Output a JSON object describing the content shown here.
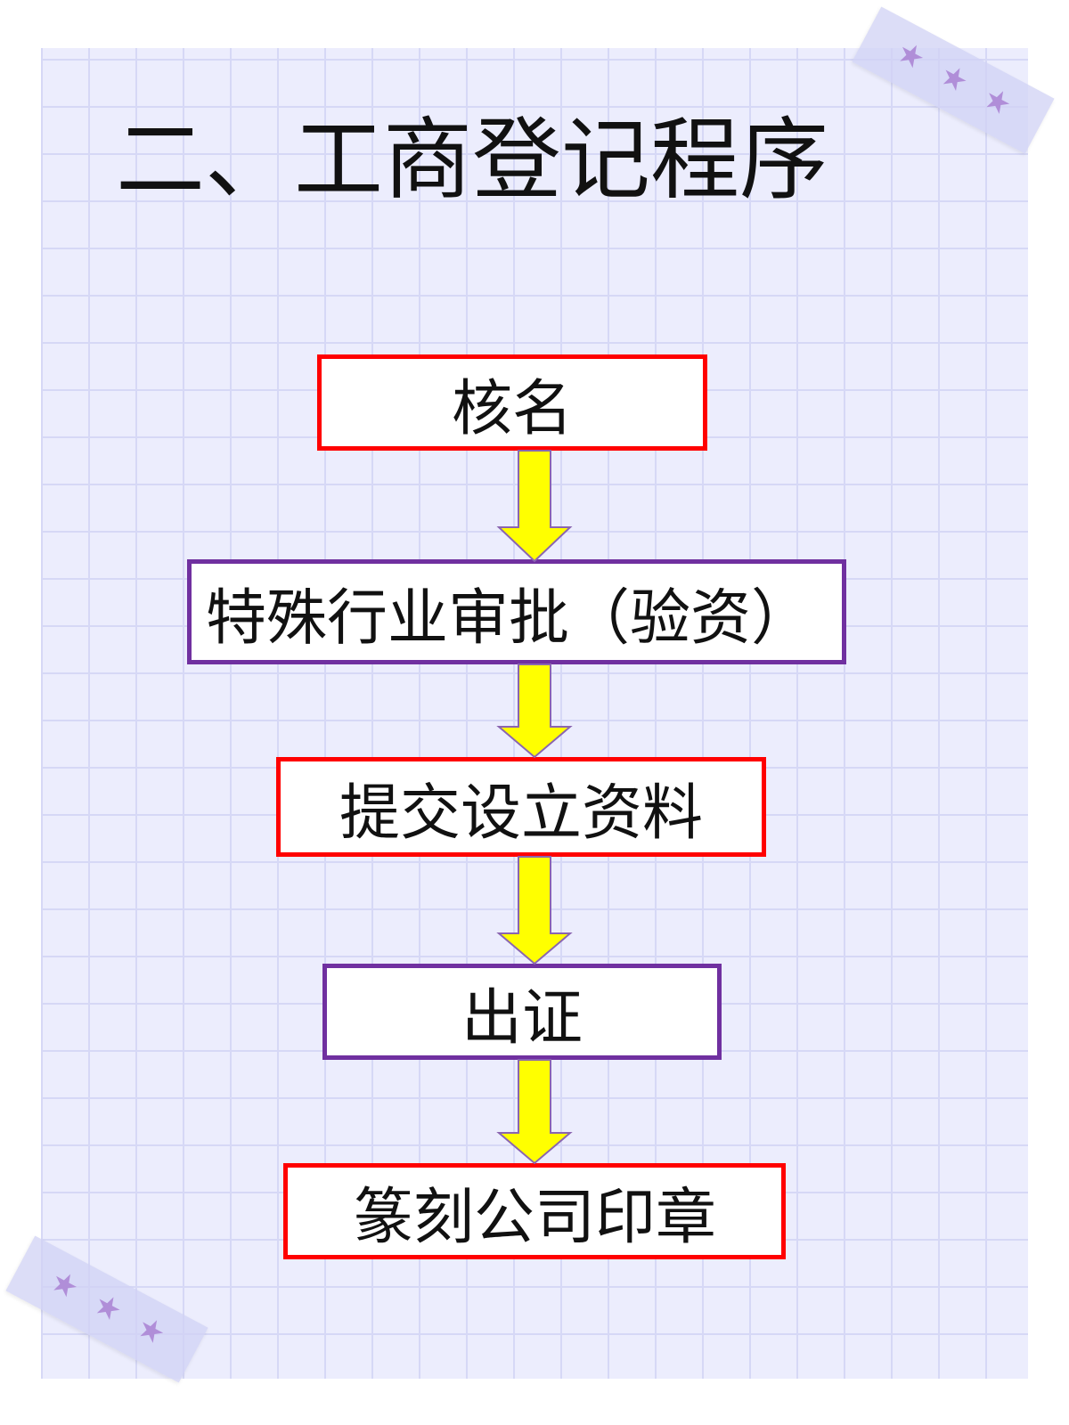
{
  "title": "二、工商登记程序",
  "colors": {
    "red_border": "#ff0000",
    "purple_border": "#7030a0",
    "arrow_fill": "#ffff00",
    "arrow_stroke": "#8a65b0",
    "grid_background": "#ecedfd",
    "star": "#b08ed8"
  },
  "steps": [
    {
      "label": "核名",
      "border": "red"
    },
    {
      "label": "特殊行业审批（验资）",
      "border": "purple"
    },
    {
      "label": "提交设立资料",
      "border": "red"
    },
    {
      "label": "出证",
      "border": "purple"
    },
    {
      "label": "篆刻公司印章",
      "border": "red"
    }
  ],
  "decorations": {
    "tape_icon": "washi-tape-icon",
    "star_icon": "star-icon"
  }
}
